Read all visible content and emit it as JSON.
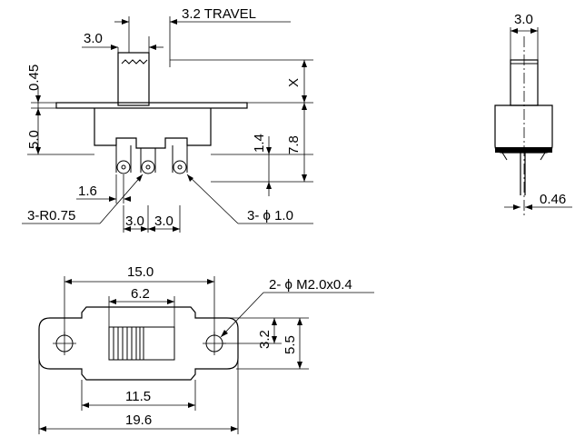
{
  "dimensions": {
    "travel": "3.2 TRAVEL",
    "actuator_width": "3.0",
    "actuator_top": "0.45",
    "x_label": "X",
    "body_height": "5.0",
    "total_height": "7.8",
    "pin_length": "1.4",
    "pin_offset": "1.6",
    "pin_radius": "3-R0.75",
    "pin_pitch_1": "3.0",
    "pin_pitch_2": "3.0",
    "pin_hole": "3- ϕ 1.0",
    "side_width": "3.0",
    "pin_thickness": "0.46",
    "top_width_15": "15.0",
    "slot_width": "6.2",
    "mount_hole": "2- ϕ M2.0x0.4",
    "hole_offset": "3.2",
    "plate_height": "5.5",
    "body_width": "11.5",
    "overall_width": "19.6"
  }
}
